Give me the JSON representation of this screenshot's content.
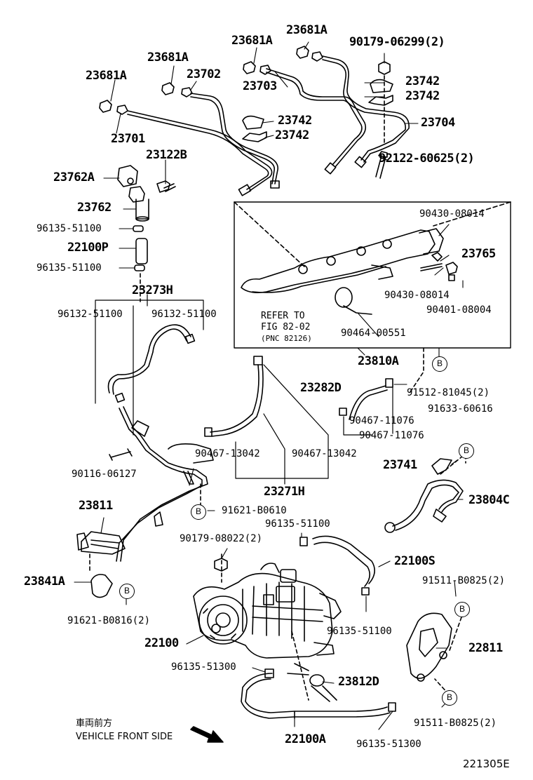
{
  "parts": {
    "p23681A_1": "23681A",
    "p23681A_2": "23681A",
    "p23681A_3": "23681A",
    "p23681A_4": "23681A",
    "p90179_06299": "90179-06299(2)",
    "p23702": "23702",
    "p23703": "23703",
    "p23742_1": "23742",
    "p23742_2": "23742",
    "p23742_3": "23742",
    "p23742_4": "23742",
    "p23704": "23704",
    "p23701": "23701",
    "p23122B": "23122B",
    "p23762A": "23762A",
    "p92122": "92122-60625(2)",
    "p23762": "23762",
    "p96135_a": "96135-51100",
    "p22100P": "22100P",
    "p96135_b": "96135-51100",
    "p90430_a": "90430-08014",
    "p23765": "23765",
    "p90430_b": "90430-08014",
    "p90401": "90401-08004",
    "p23273H": "23273H",
    "p96132_a": "96132-51100",
    "p96132_b": "96132-51100",
    "p90464": "90464-00551",
    "p23810A": "23810A",
    "p23282D": "23282D",
    "p91512": "91512-81045(2)",
    "p91633": "91633-60616",
    "p90467_a": "90467-11076",
    "p90467_b": "90467-11076",
    "p90467_c": "90467-13042",
    "p90467_d": "90467-13042",
    "p90116": "90116-06127",
    "p23741": "23741",
    "p23271H": "23271H",
    "p23804C": "23804C",
    "p23811": "23811",
    "p91621_B0610": "91621-B0610",
    "p96135_c": "96135-51100",
    "p90179_08022": "90179-08022(2)",
    "p22100S": "22100S",
    "p23841A": "23841A",
    "p91511_a": "91511-B0825(2)",
    "p96135_d": "96135-51100",
    "p91621_B0816": "91621-B0816(2)",
    "p22100": "22100",
    "p22811": "22811",
    "p96135_e": "96135-51300",
    "p23812D": "23812D",
    "p91511_b": "91511-B0825(2)",
    "p22100A": "22100A",
    "p96135_f": "96135-51300"
  },
  "refer": {
    "line1": "REFER TO",
    "line2": "FIG 82-02",
    "line3": "(PNC 82126)"
  },
  "markers": {
    "b": "B"
  },
  "orientation": {
    "japanese": "車両前方",
    "english": "VEHICLE FRONT SIDE"
  },
  "diagram_code": "221305E"
}
